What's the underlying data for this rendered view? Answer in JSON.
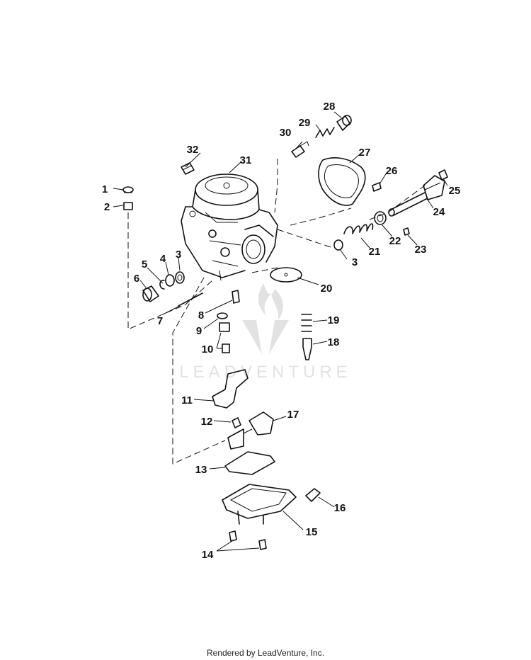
{
  "watermark": {
    "brand": "LEADVENTURE"
  },
  "callouts": [
    "1",
    "2",
    "3",
    "3",
    "4",
    "5",
    "6",
    "7",
    "8",
    "9",
    "10",
    "11",
    "12",
    "13",
    "14",
    "15",
    "16",
    "17",
    "18",
    "19",
    "20",
    "21",
    "22",
    "23",
    "24",
    "25",
    "26",
    "27",
    "28",
    "29",
    "30",
    "31",
    "32"
  ],
  "footer": "Rendered by LeadVenture, Inc."
}
